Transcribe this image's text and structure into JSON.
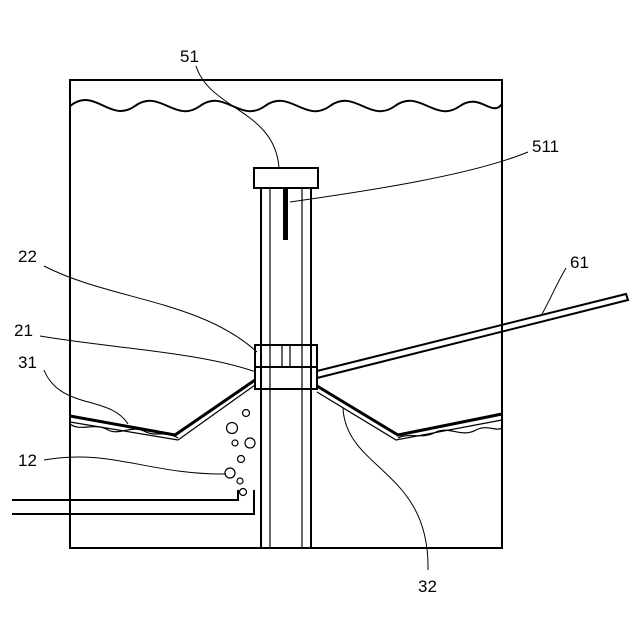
{
  "labels": {
    "l51": "51",
    "l511": "511",
    "l61": "61",
    "l22": "22",
    "l21": "21",
    "l31": "31",
    "l12": "12",
    "l32": "32"
  }
}
